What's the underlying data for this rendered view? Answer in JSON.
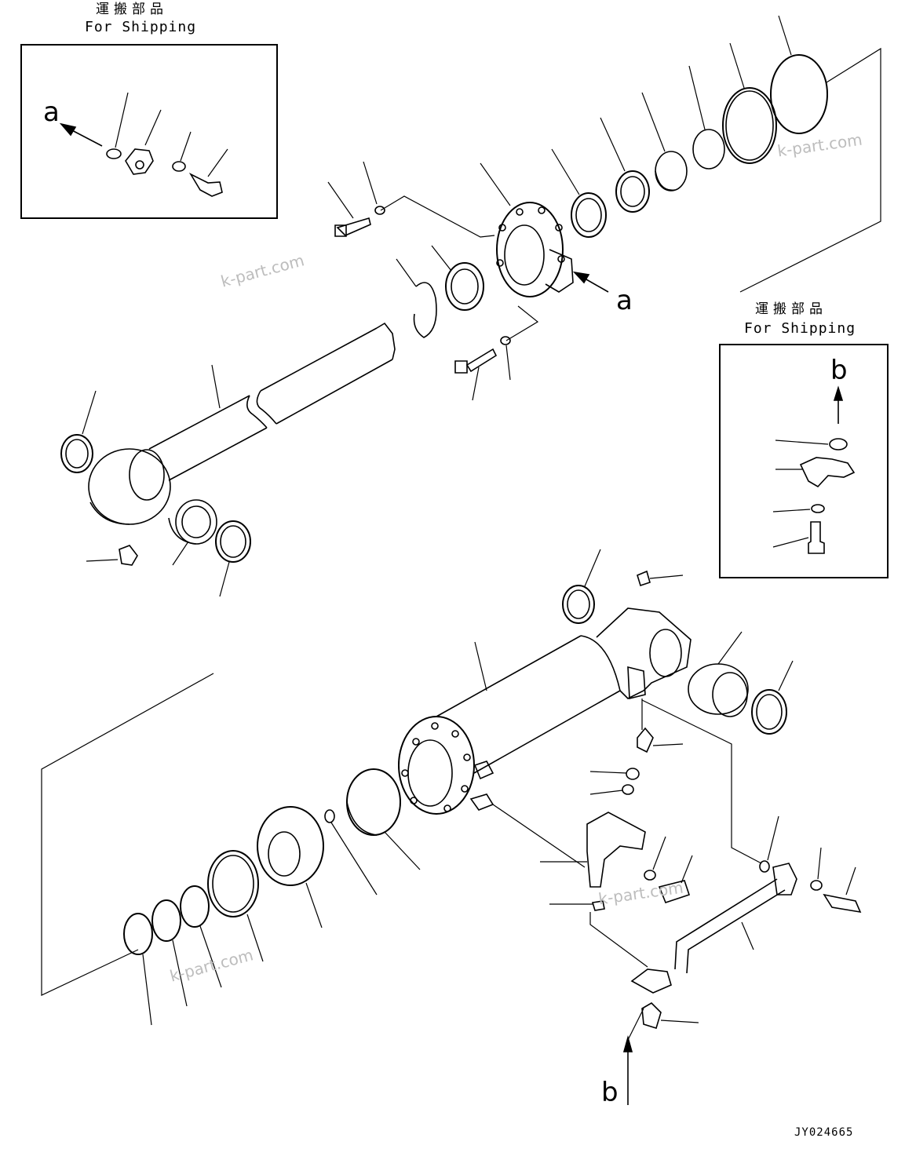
{
  "shipping_label_jp": "運搬部品",
  "shipping_label_en": "For Shipping",
  "callouts": {
    "a": "a",
    "b": "b"
  },
  "watermark": "k-part.com",
  "drawing_code": "JY024665",
  "colors": {
    "line": "#000000",
    "watermark": "#bdbdbd",
    "background": "#ffffff"
  }
}
